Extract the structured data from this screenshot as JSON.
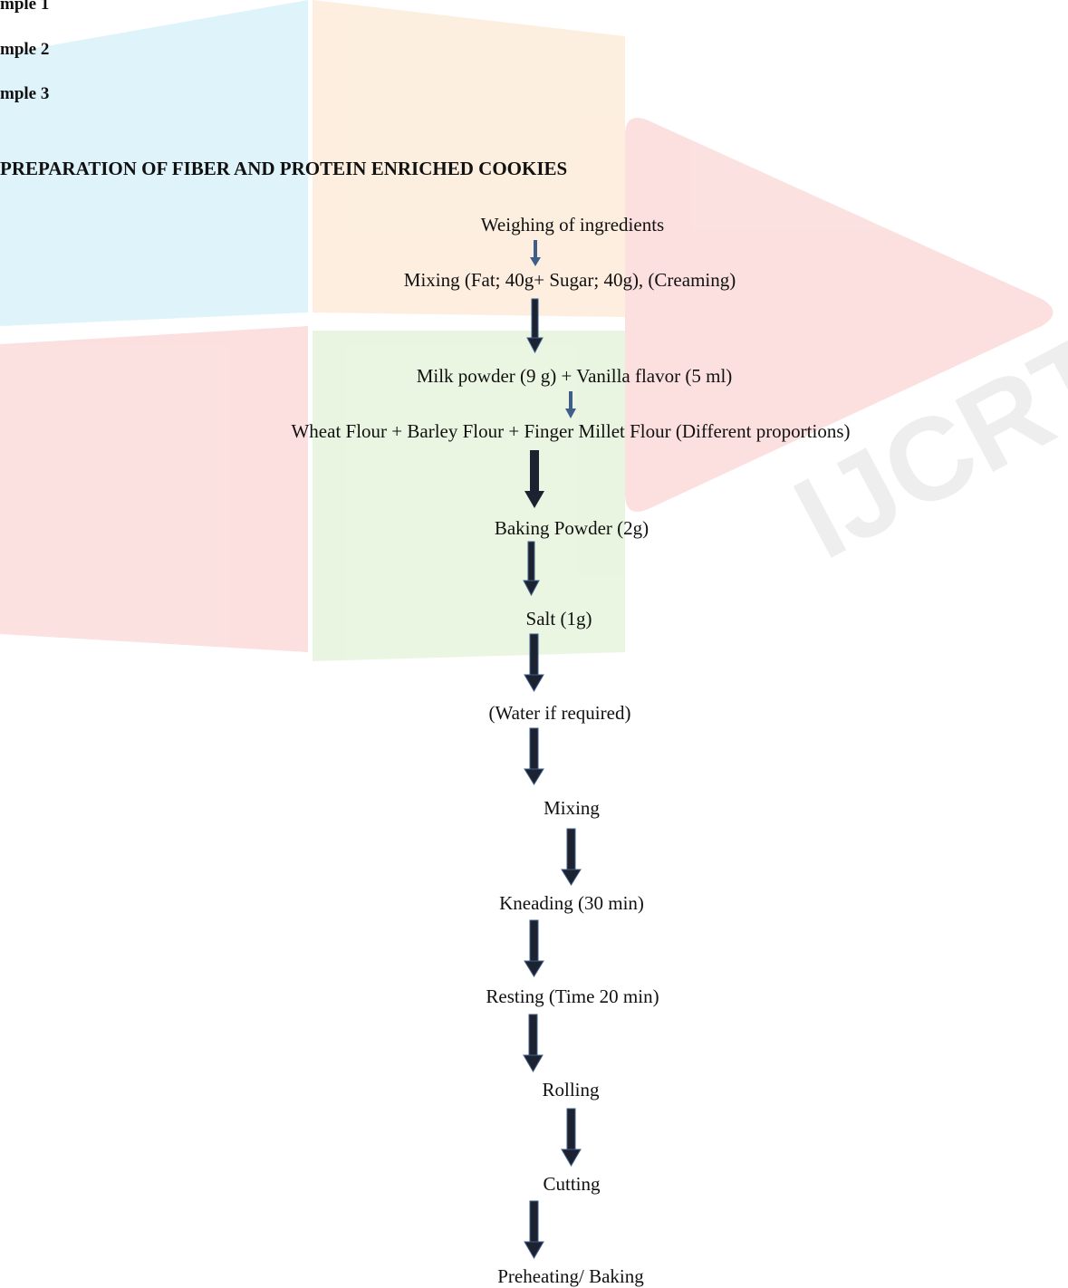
{
  "samples": [
    "mple 1",
    "mple 2",
    "mple 3"
  ],
  "heading": "PREPARATION OF FIBER AND PROTEIN ENRICHED COOKIES",
  "watermark": {
    "text": "IJCRT",
    "colors": {
      "blue": "#39b6e6",
      "orange": "#f39a3c",
      "red": "#e8473f",
      "green": "#7cc04a",
      "grey": "#b8b8b8"
    }
  },
  "steps": [
    "Weighing of ingredients",
    "Mixing (Fat; 40g+ Sugar; 40g), (Creaming)",
    "Milk powder (9 g) + Vanilla flavor (5 ml)",
    "Wheat Flour + Barley Flour + Finger Millet Flour (Different proportions)",
    "Baking Powder (2g)",
    "Salt (1g)",
    "(Water if required)",
    "Mixing",
    "Kneading (30 min)",
    "Resting (Time 20 min)",
    "Rolling",
    "Cutting",
    "Preheating/ Baking"
  ],
  "arrow_color": "#1c2230",
  "arrow_outline": "#3f5f8a"
}
